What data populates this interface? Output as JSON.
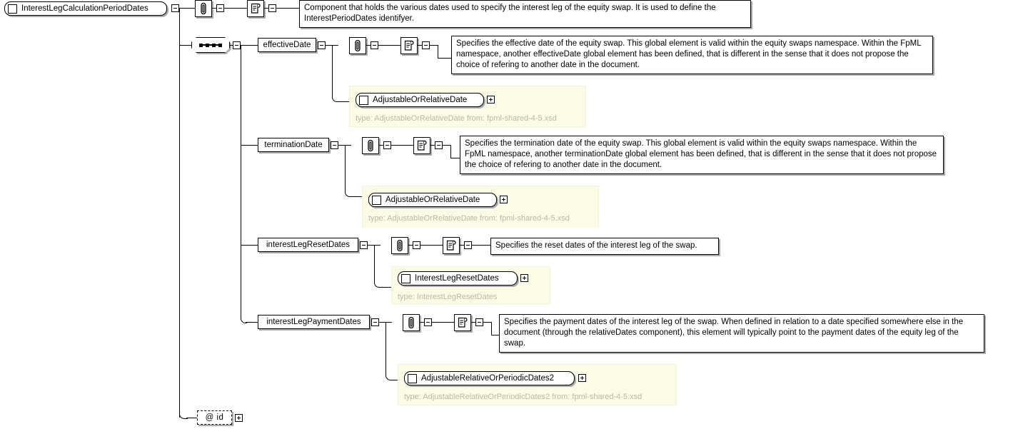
{
  "diagram": {
    "title": "InterestLegCalculationPeriodDates",
    "root": {
      "name": "InterestLegCalculationPeriodDates",
      "toggle": "minus"
    },
    "root_documentation": "Component that holds the various dates used to specify the interest leg of the equity swap. It is used to define the InterestPeriodDates identifyer.",
    "compositor": {
      "kind": "sequence",
      "toggle": "minus"
    },
    "elements": [
      {
        "name": "effectiveDate",
        "documentation": "Specifies the effective date of the equity swap. This global element is valid within the equity swaps namespace. Within the FpML namespace, another effectiveDate global element has been defined, that is different in the sense that it does not propose the choice of refering to another date in the document.",
        "type_ref": "AdjustableOrRelativeDate",
        "type_label": "type: AdjustableOrRelativeDate from: fpml-shared-4-5.xsd",
        "toggle": "minus",
        "type_toggle": "plus"
      },
      {
        "name": "terminationDate",
        "documentation": "Specifies the termination date of the equity swap. This global element is valid within the equity swaps namespace. Within the FpML namespace, another terminationDate global element has been defined, that is different in the sense that it does not propose the choice of refering to another date in the document.",
        "type_ref": "AdjustableOrRelativeDate",
        "type_label": "type: AdjustableOrRelativeDate from: fpml-shared-4-5.xsd",
        "toggle": "minus",
        "type_toggle": "plus"
      },
      {
        "name": "interestLegResetDates",
        "documentation": "Specifies the reset dates of the interest leg of the swap.",
        "type_ref": "InterestLegResetDates",
        "type_label": "type: InterestLegResetDates",
        "toggle": "minus",
        "type_toggle": "plus"
      },
      {
        "name": "interestLegPaymentDates",
        "documentation": "Specifies the payment dates of the interest leg of the swap. When defined in relation to a date specified somewhere else in the document (through the relativeDates component), this element will typically point to the payment dates of the equity leg of the swap.",
        "type_ref": "AdjustableRelativeOrPeriodicDates2",
        "type_label": "type: AdjustableRelativeOrPeriodicDates2 from: fpml-shared-4-5.xsd",
        "toggle": "minus",
        "type_toggle": "plus"
      }
    ],
    "attribute": {
      "name": "@ id",
      "toggle": "plus"
    },
    "icons": {
      "annotation": "paperclip-icon",
      "documentation": "document-scroll-icon"
    },
    "colors": {
      "type_panel_bg": "#fbfbe6",
      "type_label_text": "#b9b9a6",
      "line": "#000000",
      "shadow": "#aaaaaa"
    }
  }
}
